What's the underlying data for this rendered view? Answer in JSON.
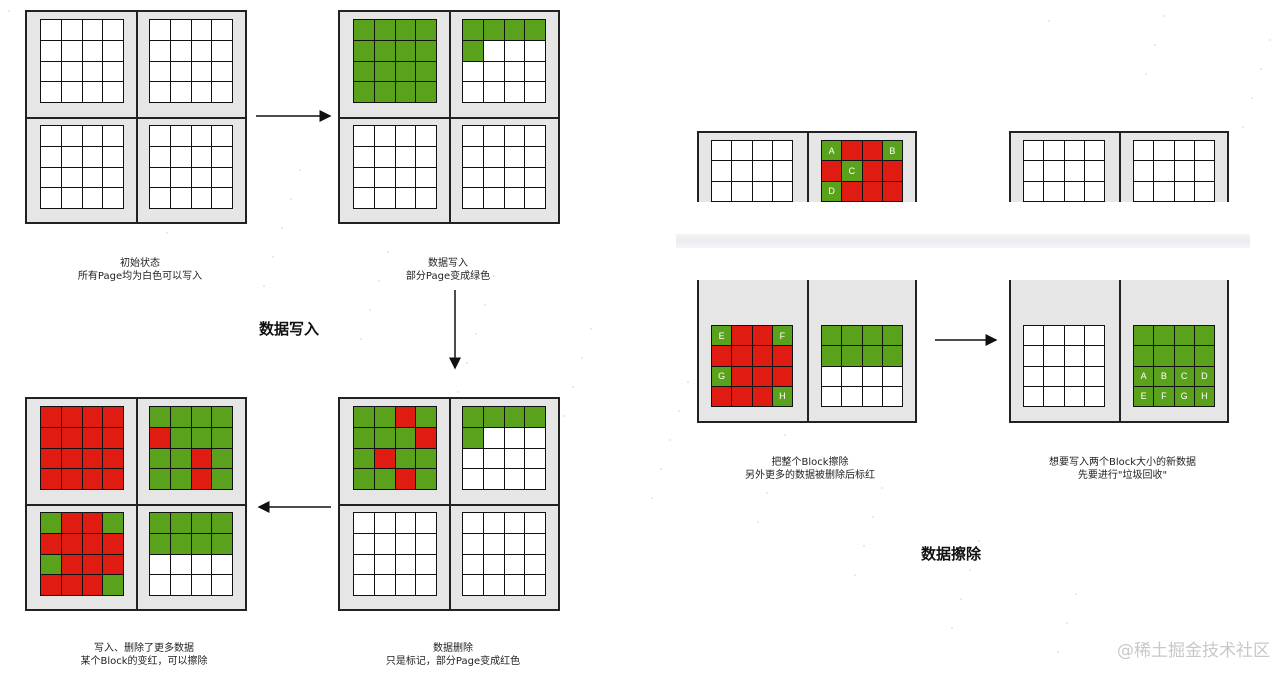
{
  "colors": {
    "green": "#5aa21b",
    "red": "#e01c12",
    "package_bg": "#e6e6e6"
  },
  "write_section": {
    "title": "数据写入",
    "captions": {
      "initial": [
        "初始状态",
        "所有Page均为白色可以写入"
      ],
      "written": [
        "数据写入",
        "部分Page变成绿色"
      ],
      "deleted": [
        "数据删除",
        "只是标记，部分Page变成红色"
      ],
      "more": [
        "写入、删除了更多数据",
        "某个Block的变红，可以擦除"
      ]
    },
    "packages": {
      "initial": [
        "wwwwwwwwwwwwwwww",
        "wwwwwwwwwwwwwwww",
        "wwwwwwwwwwwwwwww",
        "wwwwwwwwwwwwwwww"
      ],
      "written": [
        "gggggggggggggggg",
        "ggggg...........",
        "wwwwwwwwwwwwwwww",
        "wwwwwwwwwwwwwwww"
      ],
      "deleted": [
        "ggrggggrgrggggrg",
        "ggggg...........",
        "wwwwwwwwwwwwwwww",
        "wwwwwwwwwwwwwwww"
      ],
      "more": [
        "rrrrrrrrrrrrrrrr",
        "ggggrgggggrgggrg",
        "grrgrrrrgrrrrrrg",
        "ggggggggwwwwwwww"
      ]
    }
  },
  "erase_section": {
    "title": "数据擦除",
    "captions": {
      "erase": [
        "把整个Block擦除",
        "另外更多的数据被删除后标红"
      ],
      "gc": [
        "想要写入两个Block大小的新数据",
        "先要进行\"垃圾回收\""
      ]
    },
    "labels": {
      "erase_top_right": [
        "A",
        "",
        "",
        "B",
        "",
        "C",
        "",
        "",
        "D",
        "",
        "",
        ""
      ],
      "erase_bottom_left": [
        "E",
        "",
        "",
        "F",
        "",
        "",
        "",
        "",
        "G",
        "",
        "",
        "",
        "",
        "",
        "",
        "H"
      ],
      "gc_bottom_right": [
        "",
        "",
        "",
        "",
        "",
        "",
        "",
        "",
        "A",
        "B",
        "C",
        "D",
        "E",
        "F",
        "G",
        "H"
      ]
    }
  },
  "watermark": "@稀土掘金技术社区"
}
